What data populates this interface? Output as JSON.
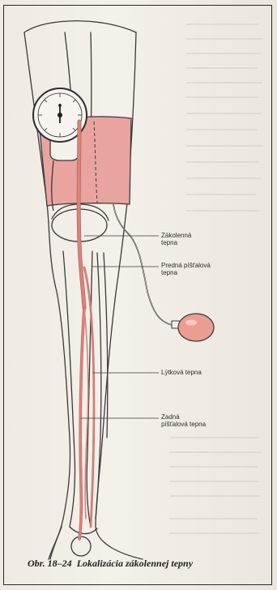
{
  "figure": {
    "labels": {
      "popliteal": [
        "Zákolenná",
        "tepna"
      ],
      "anterior_tibial": [
        "Predná píšťalová",
        "tepna"
      ],
      "fibular": [
        "Lýtková tepna"
      ],
      "posterior_tibial": [
        "Zadná",
        "píšťalová tepna"
      ]
    },
    "caption": {
      "number": "Obr. 18–24",
      "text": "Lokalizácia zákolennej tepny"
    }
  },
  "colors": {
    "cuff": "#e9a4a0",
    "artery": "#d9837c",
    "bulb": "#ec9d93",
    "outline": "#3a3a3a"
  }
}
